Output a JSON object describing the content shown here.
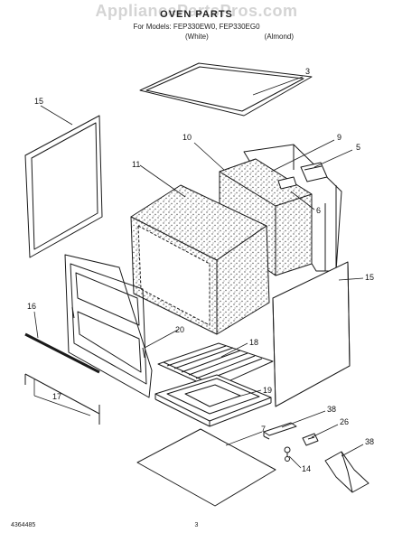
{
  "watermark": "AppliancePartsPros.com",
  "title": "OVEN PARTS",
  "subtitle": "For Models: FEP330EW0, FEP330EG0",
  "color_variants": [
    "(White)",
    "(Almond)"
  ],
  "callouts": {
    "c3": "3",
    "c15a": "15",
    "c10": "10",
    "c9": "9",
    "c5": "5",
    "c11": "11",
    "c6": "6",
    "c15b": "15",
    "c16": "16",
    "c20": "20",
    "c18": "18",
    "c17": "17",
    "c19": "19",
    "c38a": "38",
    "c26": "26",
    "c7": "7",
    "c38b": "38",
    "c14": "14"
  },
  "footer": {
    "doc_number": "4364485",
    "page_number": "3"
  },
  "colors": {
    "line": "#1a1a1a",
    "stipple": "#555555",
    "watermark": "#d4d4d4"
  }
}
